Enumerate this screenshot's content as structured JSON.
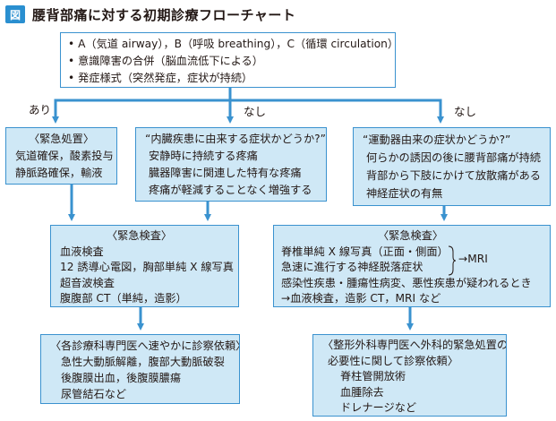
{
  "header": {
    "badge": "図",
    "title": "腰背部痛に対する初期診療フローチャート"
  },
  "top_box": {
    "lines": [
      "• A（気道 airway），B（呼吸 breathing），C（循環 circulation）の異常",
      "• 意識障害の合併（脳血流低下による）",
      "• 発症様式（突然発症，症状が持続）"
    ]
  },
  "branch_labels": {
    "yes": "あり",
    "no_middle": "なし",
    "no_right": "なし"
  },
  "emergency_treatment": {
    "head": "〈緊急処置〉",
    "lines": [
      "気道確保，酸素投与",
      "静脈路確保，輸液"
    ]
  },
  "visceral_question": {
    "head": "“内臓疾患に由来する症状かどうか?”",
    "lines": [
      "安静時に持続する疼痛",
      "臓器障害に関連した特有な疼痛",
      "疼痛が軽減することなく増強する"
    ]
  },
  "locomotor_question": {
    "head": "“運動器由来の症状かどうか?”",
    "lines": [
      "何らかの誘因の後に腰背部痛が持続",
      "背部から下肢にかけて放散痛がある",
      "神経症状の有無"
    ]
  },
  "emergency_exam_left": {
    "head": "〈緊急検査〉",
    "lines": [
      "血液検査",
      "12 誘導心電図，胸部単純 X 線写真",
      "超音波検査",
      "腹腹部 CT（単純，造影）"
    ]
  },
  "emergency_exam_right": {
    "head": "〈緊急検査〉",
    "lines": [
      "脊椎単純 X 線写真（正面・側面）",
      "急速に進行する神経脱落症状"
    ],
    "mri": "→MRI",
    "lines2": [
      "感染性疾患・腫瘍性病変、悪性疾患が疑われるとき",
      "→血液検査，造影 CT，MRI など"
    ]
  },
  "referral_left": {
    "head": "〈各診療科専門医へ速やかに診察依頼〉",
    "lines": [
      "急性大動脈解離，腹部大動脈破裂",
      "後腹膜出血，後腹膜膿瘍",
      "尿管結石など"
    ]
  },
  "referral_right": {
    "head": "〈整形外科専門医へ外科的緊急処置の",
    "head2": "必要性に関して診察依頼〉",
    "lines": [
      "脊柱管開放術",
      "血腫除去",
      "ドレナージなど"
    ]
  }
}
